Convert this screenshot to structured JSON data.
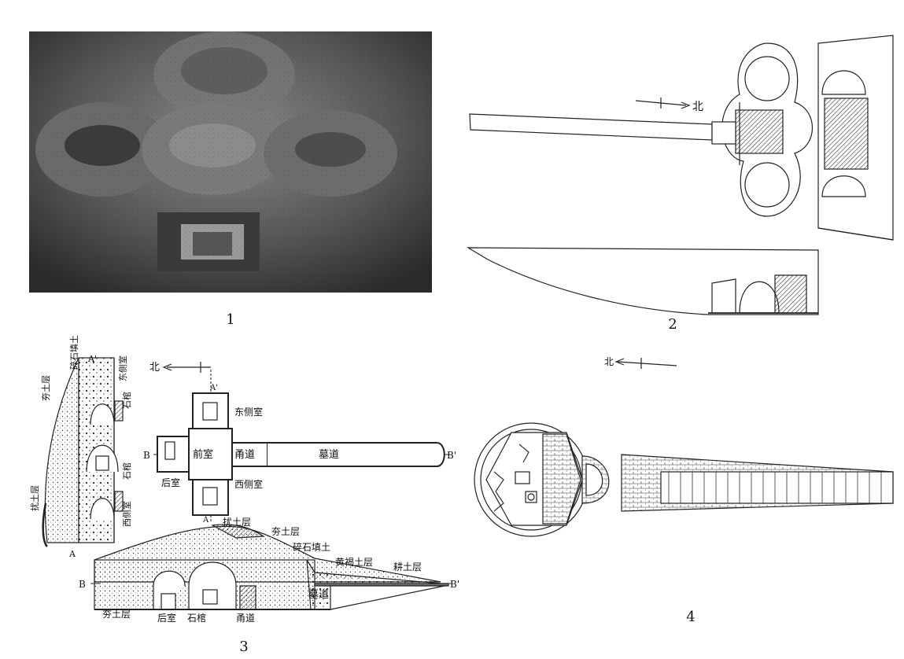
{
  "figure_numbers": {
    "f1": "1",
    "f2": "2",
    "f3": "3",
    "f4": "4"
  },
  "fig2": {
    "north_label": "北"
  },
  "fig3": {
    "north_label": "北",
    "section_labels": {
      "a": "A",
      "a_prime": "A'",
      "b": "B",
      "b_prime": "B'"
    },
    "plan_labels": {
      "front_chamber": "前室",
      "rear_chamber": "后室",
      "corridor": "甬道",
      "passage": "墓道",
      "east_side_chamber": "东侧室",
      "west_side_chamber": "西侧室"
    },
    "cross_section_labels": {
      "rammed_earth": "夯土层",
      "gravel_fill": "碎石填土",
      "east_side_chamber": "东侧室",
      "stone_coffin_1": "石棺",
      "stone_coffin_2": "石棺",
      "disturbed_layer": "扰土层",
      "west_side_chamber": "西侧室"
    },
    "long_section_labels": {
      "disturbed_layer": "扰土层",
      "rammed_earth_top": "夯土层",
      "gravel_fill": "碎石填土",
      "yellow_brown_soil": "黄褐土层",
      "plough_soil": "耕土层",
      "passage": "墓道",
      "rammed_earth_bottom": "夯土层",
      "rear_chamber": "后室",
      "stone_coffin": "石棺",
      "corridor": "甬道"
    }
  },
  "fig4": {
    "north_label": "北"
  }
}
